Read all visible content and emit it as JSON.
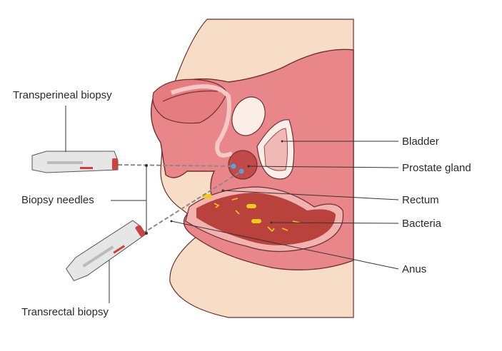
{
  "labels": {
    "transperineal": "Transperineal biopsy",
    "needles": "Biopsy needles",
    "transrectal": "Transrectal biopsy",
    "bladder": "Bladder",
    "prostate": "Prostate gland",
    "rectum": "Rectum",
    "bacteria": "Bacteria",
    "anus": "Anus"
  },
  "colors": {
    "skin": "#f7dcc6",
    "tissue": "#e8868a",
    "outline": "#6e3030",
    "rectum_inner": "#b9423c",
    "bacteria": "#f2c81c",
    "needle_tip": "#4aa8e0"
  }
}
